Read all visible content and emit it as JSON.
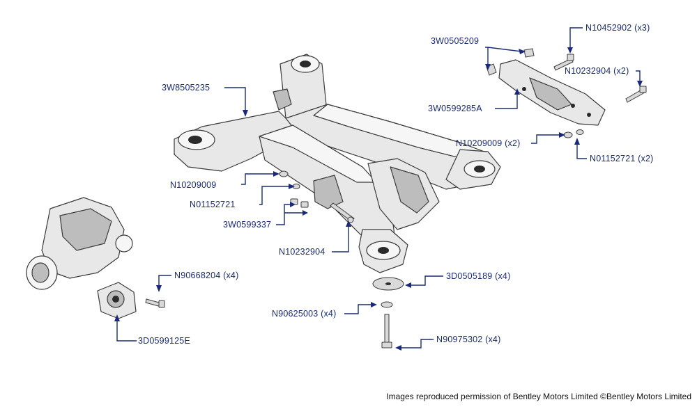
{
  "diagram": {
    "part_labels": {
      "subframe": "3W8505235",
      "nut_left": "N10209009",
      "washer_left": "N01152721",
      "bushing_clip_left": "3W0599337",
      "bolt_left": "N10232904",
      "diff_bolt": "N90668204 (x4)",
      "diff_mount": "3D0599125E",
      "clip_pair_right": "3W0505209",
      "bolt_right_top": "N10452902 (x3)",
      "bolt_right": "N10232904 (x2)",
      "crossmember_bracket": "3W0599285A",
      "nut_right": "N10209009 (x2)",
      "washer_right": "N01152721 (x2)",
      "bump_plate": "3D0505189 (x4)",
      "washer_bottom": "N90625003 (x4)",
      "long_bolt": "N90975302 (x4)"
    },
    "label_color": "#1a2a78"
  },
  "footer": {
    "credit": "Images reproduced permission of Bentley Motors Limited ©Bentley Motors Limited"
  }
}
